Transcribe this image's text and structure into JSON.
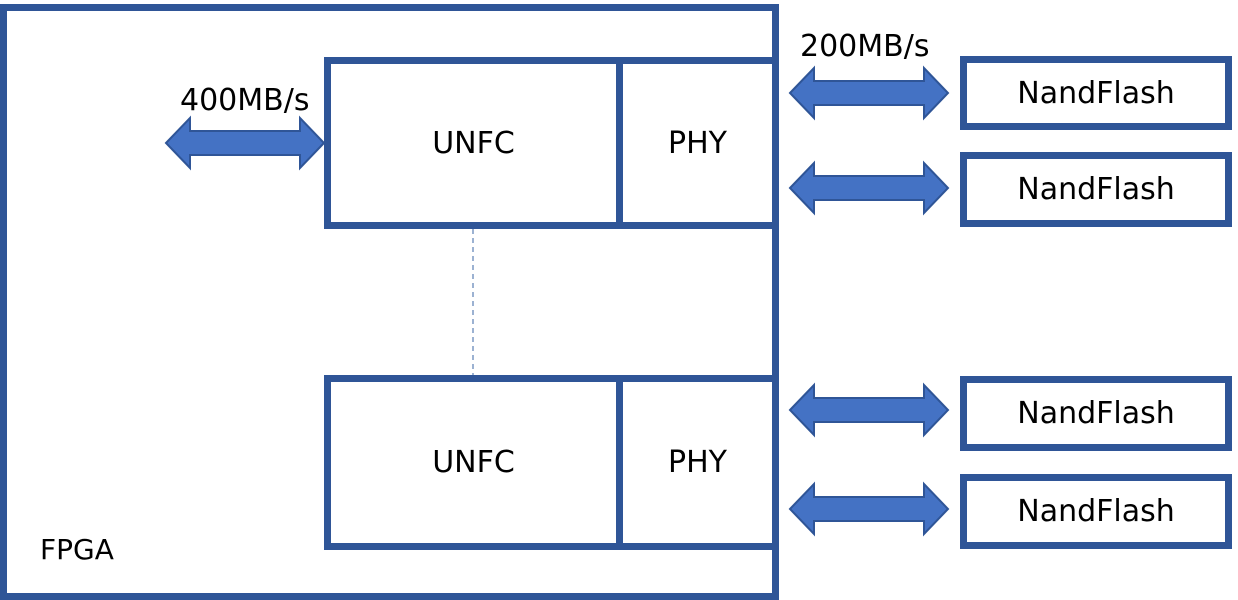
{
  "fpga": {
    "label": "FPGA"
  },
  "controllers": [
    {
      "unfc_label": "UNFC",
      "phy_label": "PHY"
    },
    {
      "unfc_label": "UNFC",
      "phy_label": "PHY"
    }
  ],
  "nand_flash": [
    {
      "label": "NandFlash"
    },
    {
      "label": "NandFlash"
    },
    {
      "label": "NandFlash"
    },
    {
      "label": "NandFlash"
    }
  ],
  "bandwidth": {
    "host_link": "400MB/s",
    "flash_link": "200MB/s"
  },
  "colors": {
    "border": "#2f5597",
    "arrow_fill": "#4472c4",
    "arrow_stroke": "#2f5597",
    "connector": "#5b7fb5"
  }
}
